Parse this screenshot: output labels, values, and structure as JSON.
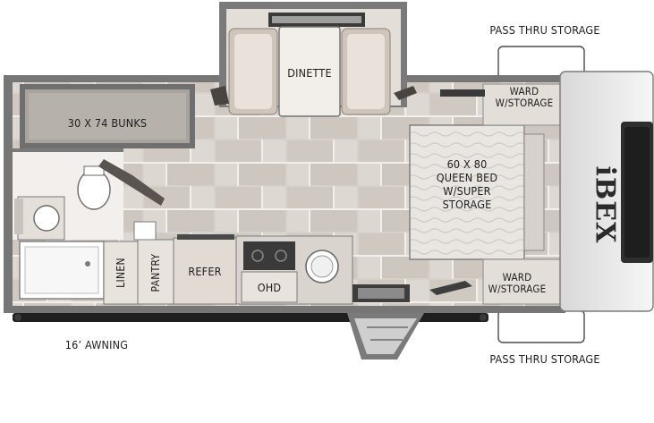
{
  "labels": {
    "dinette": "DINETTE",
    "bunks": "30 X 74 BUNKS",
    "queen_bed": [
      "60 X 80",
      "QUEEN BED",
      "W/SUPER",
      "STORAGE"
    ],
    "ward_top": [
      "WARD",
      "W/STORAGE"
    ],
    "ward_bottom": [
      "WARD",
      "W/STORAGE"
    ],
    "pass_thru_top": "PASS THRU STORAGE",
    "pass_thru_bottom": "PASS THRU STORAGE",
    "linen": "LINEN",
    "pantry": "PANTRY",
    "refer": "REFER",
    "ohd": "OHD",
    "awning": "16’ AWNING"
  },
  "brand": "iBEX",
  "colors": {
    "wall": "#6e6e6e",
    "floor_tile": "#d8d3cd",
    "grout": "#f1eeea",
    "cabinet": "#e7e2dc",
    "counter": "#d9d4ce",
    "cap": "#ececec"
  }
}
